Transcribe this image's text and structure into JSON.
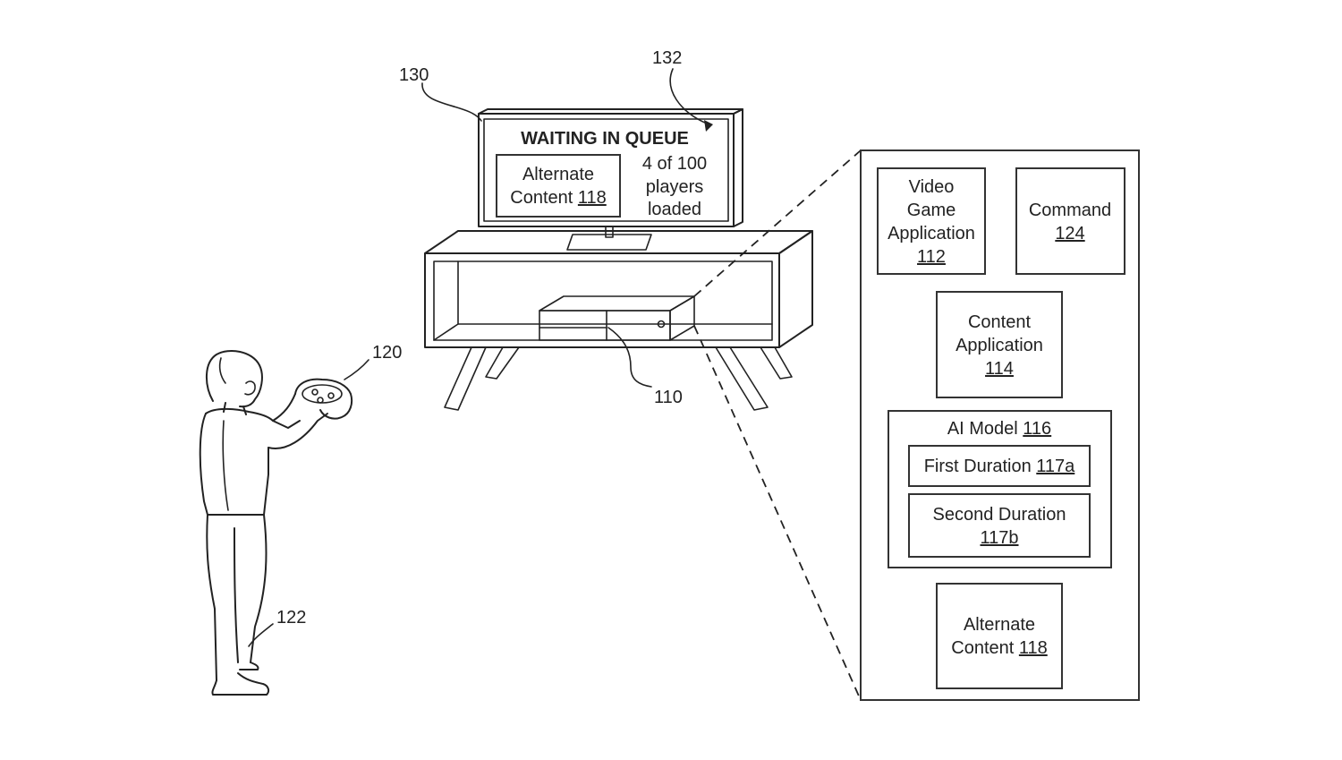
{
  "colors": {
    "line": "#222222",
    "background": "#ffffff"
  },
  "refs": {
    "tv": "130",
    "screen_arrow": "132",
    "console": "110",
    "controller": "120",
    "user": "122"
  },
  "screen": {
    "title": "WAITING IN QUEUE",
    "alt_content_line1": "Alternate",
    "alt_content_line2": "Content ",
    "alt_content_num": "118",
    "status_line1": "4 of 100",
    "status_line2": "players",
    "status_line3": "loaded"
  },
  "panel": {
    "video_game": {
      "line1": "Video",
      "line2": "Game",
      "line3": "Application",
      "num": "112"
    },
    "command": {
      "line1": "Command",
      "num": "124"
    },
    "content_app": {
      "line1": "Content",
      "line2": "Application",
      "num": "114"
    },
    "ai_model": {
      "label": "AI Model ",
      "num": "116"
    },
    "first_duration": {
      "label": "First Duration ",
      "num": "117a"
    },
    "second_duration": {
      "label": "Second Duration",
      "num": "117b"
    },
    "alt_content": {
      "line1": "Alternate",
      "line2": "Content ",
      "num": "118"
    }
  }
}
